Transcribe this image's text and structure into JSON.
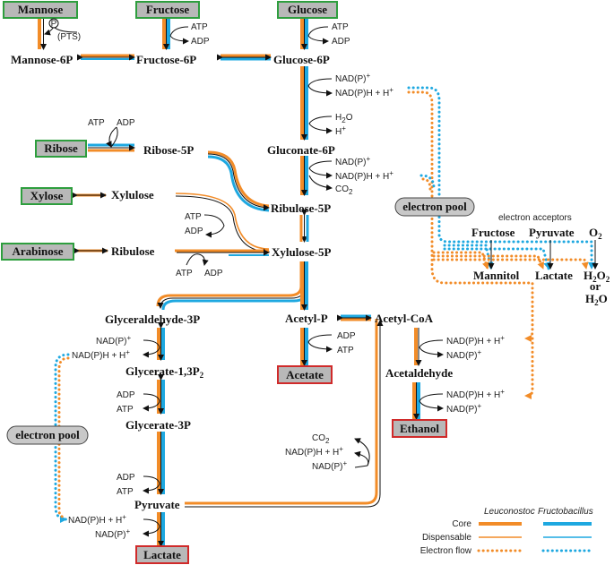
{
  "inputs": {
    "mannose": "Mannose",
    "fructose": "Fructose",
    "glucose": "Glucose",
    "ribose": "Ribose",
    "xylose": "Xylose",
    "arabinose": "Arabinose"
  },
  "outputs": {
    "acetate": "Acetate",
    "ethanol": "Ethanol",
    "lactate": "Lactate"
  },
  "metabolites": {
    "mannose_6p": "Mannose-6P",
    "fructose_6p": "Fructose-6P",
    "glucose_6p": "Glucose-6P",
    "gluconate_6p": "Gluconate-6P",
    "ribose_5p": "Ribose-5P",
    "ribulose_5p": "Ribulose-5P",
    "xylulose": "Xylulose",
    "ribulose": "Ribulose",
    "xylulose_5p": "Xylulose-5P",
    "glyceraldehyde_3p": "Glyceraldehyde-3P",
    "glycerate_13p2": "Glycerate-1,3P",
    "glycerate_13p2_sub": "2",
    "glycerate_3p": "Glycerate-3P",
    "pyruvate": "Pyruvate",
    "acetyl_p": "Acetyl-P",
    "acetyl_coa": "Acetyl-CoA",
    "acetaldehyde": "Acetaldehyde",
    "mannitol": "Mannitol",
    "lactate_acc": "Lactate",
    "h2o2_main": "H",
    "h2o2_s1": "2",
    "h2o2_o": "O",
    "h2o2_s2": "2",
    "or": "or",
    "h2o_h": "H",
    "h2o_s": "2",
    "h2o_o": "O"
  },
  "cofactors": {
    "p": "P",
    "pts": "(PTS)",
    "atp": "ATP",
    "adp": "ADP",
    "nadp": "NAD(P)",
    "nadph": "NAD(P)H + H",
    "plus": "+",
    "h2o_h": "H",
    "h2o_s": "2",
    "h2o_o": "O",
    "hplus_h": "H",
    "co2_c": "CO",
    "co2_s": "2"
  },
  "acceptors": {
    "header": "electron acceptors",
    "fructose": "Fructose",
    "pyruvate": "Pyruvate",
    "o2_o": "O",
    "o2_s": "2"
  },
  "pools": {
    "right": "electron pool",
    "left": "electron pool"
  },
  "legend": {
    "leuconostoc": "Leuconostoc",
    "fructobacillus": "Fructobacillus",
    "core": "Core",
    "dispensable": "Dispensable",
    "electron_flow": "Electron flow"
  },
  "colors": {
    "leuconostoc": "#f28c28",
    "fructobacillus": "#1ea8e0",
    "input_border": "#2e9e3e",
    "output_border": "#d02a2a",
    "box_fill": "#b8b8b8"
  }
}
